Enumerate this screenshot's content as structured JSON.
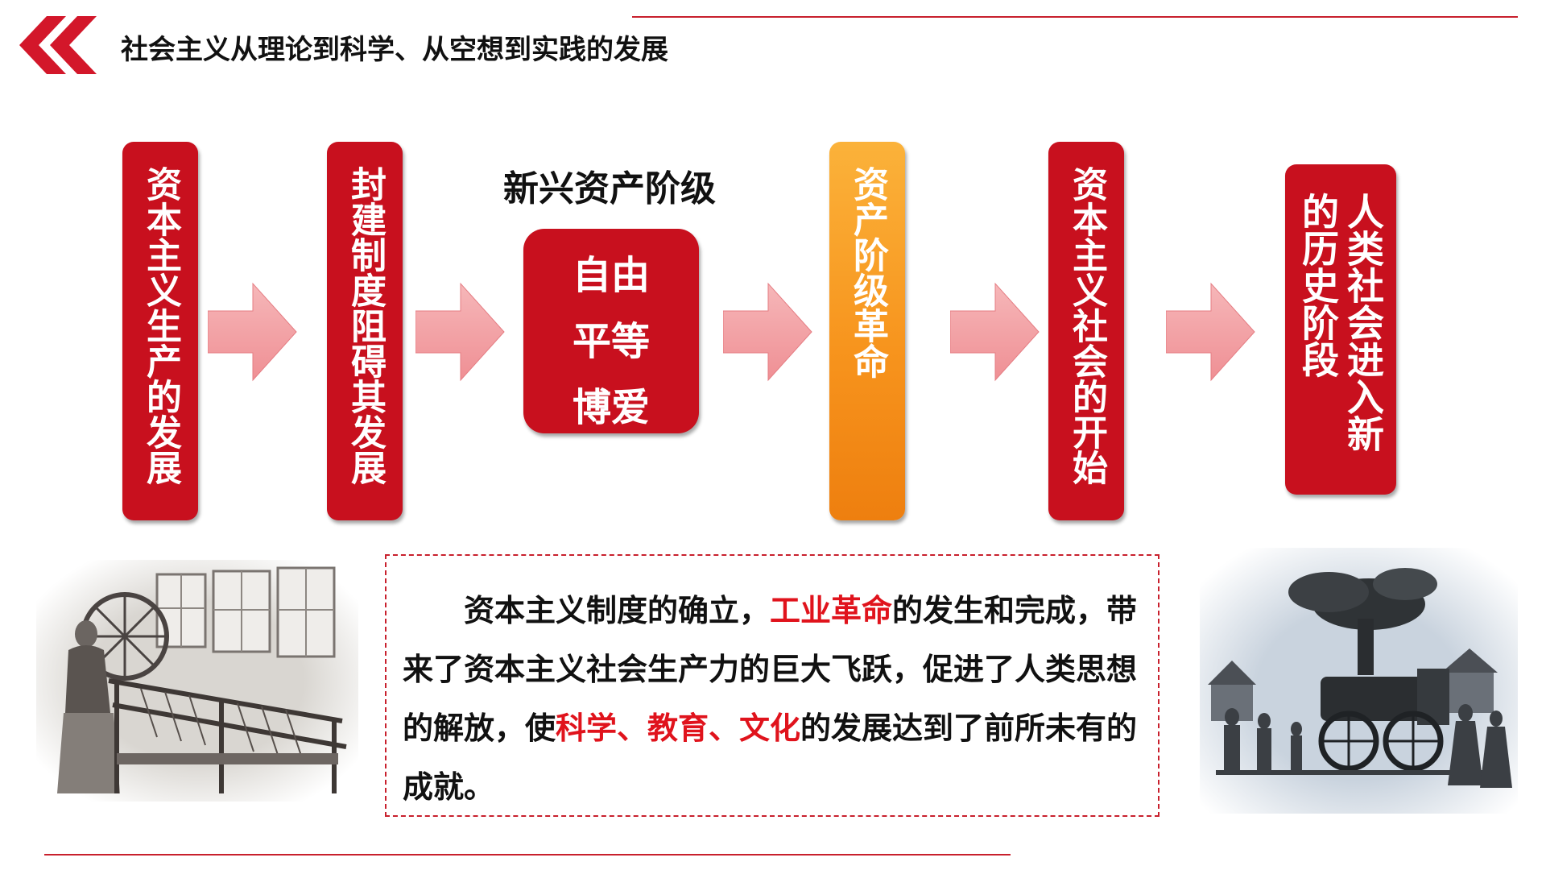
{
  "header": {
    "title": "社会主义从理论到科学、从空想到实践的发展"
  },
  "colors": {
    "primary_red": "#c8101e",
    "highlight_red": "#e0131c",
    "orange": "#f7941d",
    "arrow_pink": "#f39a9e",
    "line_red": "#c8202d"
  },
  "flow": {
    "box1": "资本主义生产的发展",
    "box2": "封建制度阻碍其发展",
    "center_title": "新兴资产阶级",
    "center_lines": [
      "自由",
      "平等",
      "博爱"
    ],
    "box4": "资产阶级革命",
    "box5": "资本主义社会的开始",
    "box6": "人类社会进入新的历史阶段"
  },
  "icons": {
    "header": "double-chevron-left-icon",
    "arrow": "right-arrow-icon"
  },
  "panel": {
    "seg1": "资本主义制度的确立，",
    "seg2_hl": "工业革命",
    "seg3": "的发生和完成，带来了资本主义社会生产力的巨大飞跃，促进了人类思想的解放，使",
    "seg4_hl": "科学、教育、文化",
    "seg5": "的发展达到了前所未有的成就。"
  }
}
